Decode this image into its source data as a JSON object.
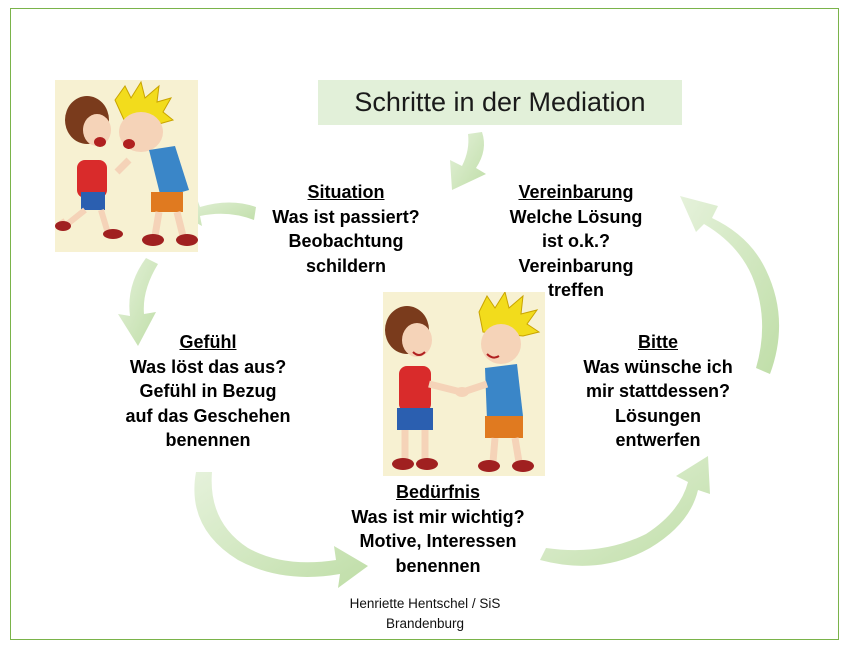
{
  "title": "Schritte in der Mediation",
  "steps": {
    "situation": {
      "heading": "Situation",
      "lines": [
        "Was ist passiert?",
        "Beobachtung",
        "schildern"
      ]
    },
    "gefuehl": {
      "heading": "Gefühl",
      "lines": [
        "Was löst das aus?",
        "Gefühl in Bezug",
        "auf das Geschehen",
        "benennen"
      ]
    },
    "beduerfnis": {
      "heading": "Bedürfnis",
      "lines": [
        "Was ist mir wichtig?",
        "Motive, Interessen",
        "benennen"
      ]
    },
    "bitte": {
      "heading": "Bitte",
      "lines": [
        "Was wünsche ich",
        "mir stattdessen?",
        "Lösungen",
        "entwerfen"
      ]
    },
    "vereinbarung": {
      "heading": "Vereinbarung",
      "lines": [
        "Welche Lösung",
        "ist o.k.?",
        "Vereinbarung",
        "treffen"
      ]
    }
  },
  "credit": [
    "Henriette Hentschel / SiS",
    "Brandenburg"
  ],
  "colors": {
    "frame": "#7ab34a",
    "title_bg": "#e2f0d9",
    "arrow": "#c9e3b4",
    "picture_bg": "#f7f1d2"
  },
  "images": {
    "conflict": "illustration: two cartoon boys fighting",
    "handshake": "illustration: two cartoon boys shaking hands"
  }
}
